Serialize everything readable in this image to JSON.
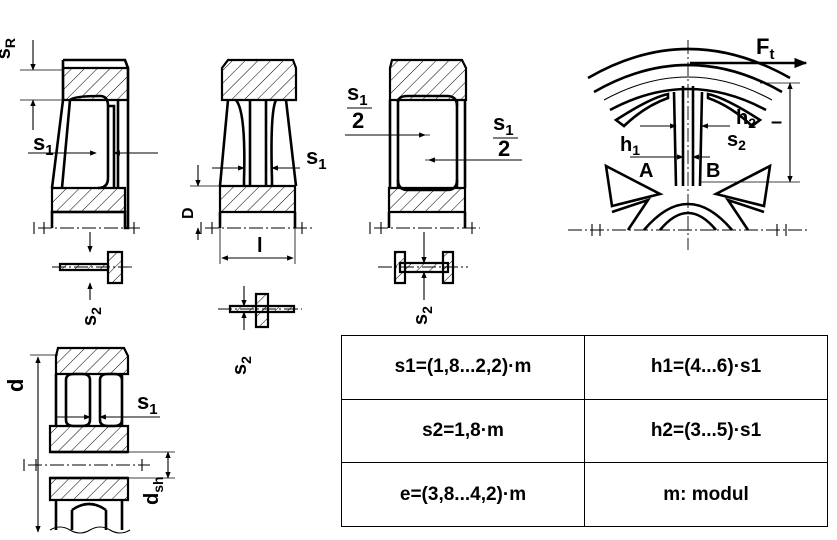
{
  "labels": {
    "sR": [
      "s",
      "R"
    ],
    "s1": [
      "s",
      "1"
    ],
    "s2": [
      "s",
      "2"
    ],
    "D": "D",
    "l": "l",
    "s1_half": [
      "s",
      "1",
      "2"
    ],
    "Ft": [
      "F",
      "t"
    ],
    "h1": [
      "h",
      "1"
    ],
    "h2": [
      "h",
      "2"
    ],
    "A": "A",
    "B": "B",
    "d": "d",
    "dsh": [
      "d",
      "sh"
    ]
  },
  "table": {
    "rows": [
      [
        "s1=(1,8...2,2)·m",
        "h1=(4...6)·s1"
      ],
      [
        "s2=1,8·m",
        "h2=(3...5)·s1"
      ],
      [
        "e=(3,8...4,2)·m",
        "m: modul"
      ]
    ]
  }
}
